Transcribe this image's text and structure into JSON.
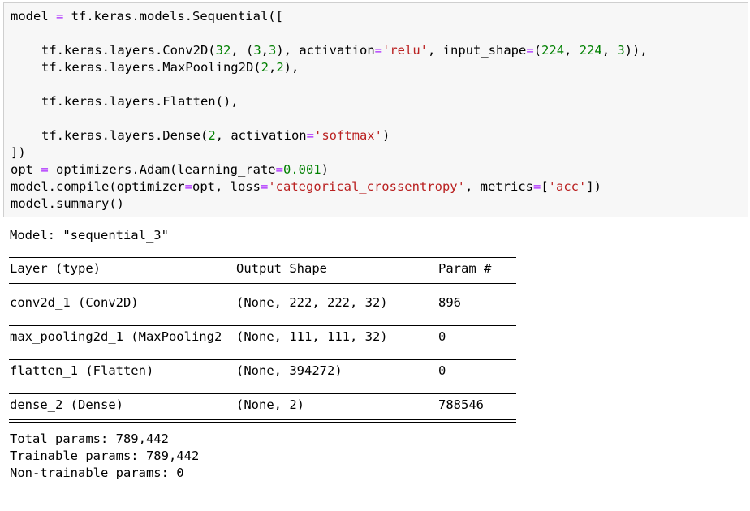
{
  "code": {
    "l1_a": "model ",
    "l1_op": "=",
    "l1_b": " tf.keras.models.Sequential([",
    "l2_a": "tf.keras.layers.Conv2D(",
    "l2_n1": "32",
    "l2_b": ", (",
    "l2_n2": "3",
    "l2_c": ",",
    "l2_n3": "3",
    "l2_d": "), activation",
    "l2_op1": "=",
    "l2_s1": "'relu'",
    "l2_e": ", input_shape",
    "l2_op2": "=",
    "l2_f": "(",
    "l2_n4": "224",
    "l2_g": ", ",
    "l2_n5": "224",
    "l2_h": ", ",
    "l2_n6": "3",
    "l2_i": ")),",
    "l3_a": "tf.keras.layers.MaxPooling2D(",
    "l3_n1": "2",
    "l3_b": ",",
    "l3_n2": "2",
    "l3_c": "),",
    "l4": "tf.keras.layers.Flatten(),",
    "l5_a": "tf.keras.layers.Dense(",
    "l5_n1": "2",
    "l5_b": ", activation",
    "l5_op": "=",
    "l5_s": "'softmax'",
    "l5_c": ")",
    "l6": "])",
    "l7_a": "opt ",
    "l7_op1": "=",
    "l7_b": " optimizers.Adam(learning_rate",
    "l7_op2": "=",
    "l7_n": "0.001",
    "l7_c": ")",
    "l8_a": "model.compile(optimizer",
    "l8_op1": "=",
    "l8_b": "opt, loss",
    "l8_op2": "=",
    "l8_s1": "'categorical_crossentropy'",
    "l8_c": ", metrics",
    "l8_op3": "=",
    "l8_d": "[",
    "l8_s2": "'acc'",
    "l8_e": "])",
    "l9": "model.summary()"
  },
  "output": {
    "model_line": "Model: \"sequential_3\"",
    "headers": {
      "layer": "Layer (type)",
      "shape": "Output Shape",
      "params": "Param #"
    },
    "rows": [
      {
        "layer": "conv2d_1 (Conv2D)",
        "shape": "(None, 222, 222, 32)",
        "params": "896"
      },
      {
        "layer": "max_pooling2d_1 (MaxPooling2",
        "shape": "(None, 111, 111, 32)",
        "params": "0"
      },
      {
        "layer": "flatten_1 (Flatten)",
        "shape": "(None, 394272)",
        "params": "0"
      },
      {
        "layer": "dense_2 (Dense)",
        "shape": "(None, 2)",
        "params": "788546"
      }
    ],
    "total": "Total params: 789,442",
    "trainable": "Trainable params: 789,442",
    "non_trainable": "Non-trainable params: 0"
  }
}
